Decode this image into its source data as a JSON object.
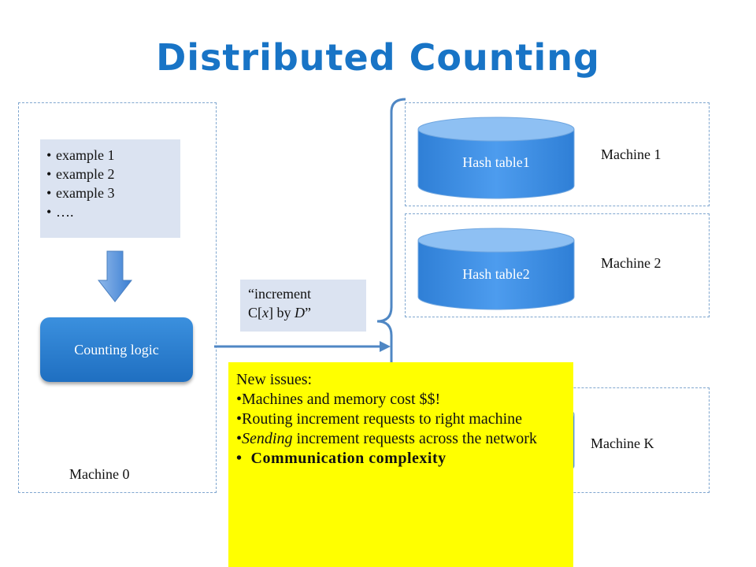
{
  "title": "Distributed Counting",
  "examples": [
    "example 1",
    "example 2",
    "example 3",
    "…."
  ],
  "counting_logic": "Counting logic",
  "machine0": "Machine 0",
  "message": {
    "line1": "“increment",
    "line2_a": "C[",
    "line2_x": "x",
    "line2_b": "] by ",
    "line2_d": "D",
    "line2_c": "”"
  },
  "hash_tables": [
    {
      "label": "Hash table1",
      "machine": "Machine 1"
    },
    {
      "label": "Hash table2",
      "machine": "Machine 2"
    },
    {
      "label": "",
      "machine": "Machine K"
    }
  ],
  "issues": {
    "heading": "New issues:",
    "item1": "Machines and memory cost $$!",
    "item2": "Routing increment requests to right machine",
    "item3_em": "Sending",
    "item3_rest": " increment requests across the network",
    "item4": "Communication complexity"
  },
  "colors": {
    "title": "#1874c6",
    "cylinder": "#3b8ee0",
    "highlight": "#ffff00",
    "panel": "#dbe3f1"
  }
}
